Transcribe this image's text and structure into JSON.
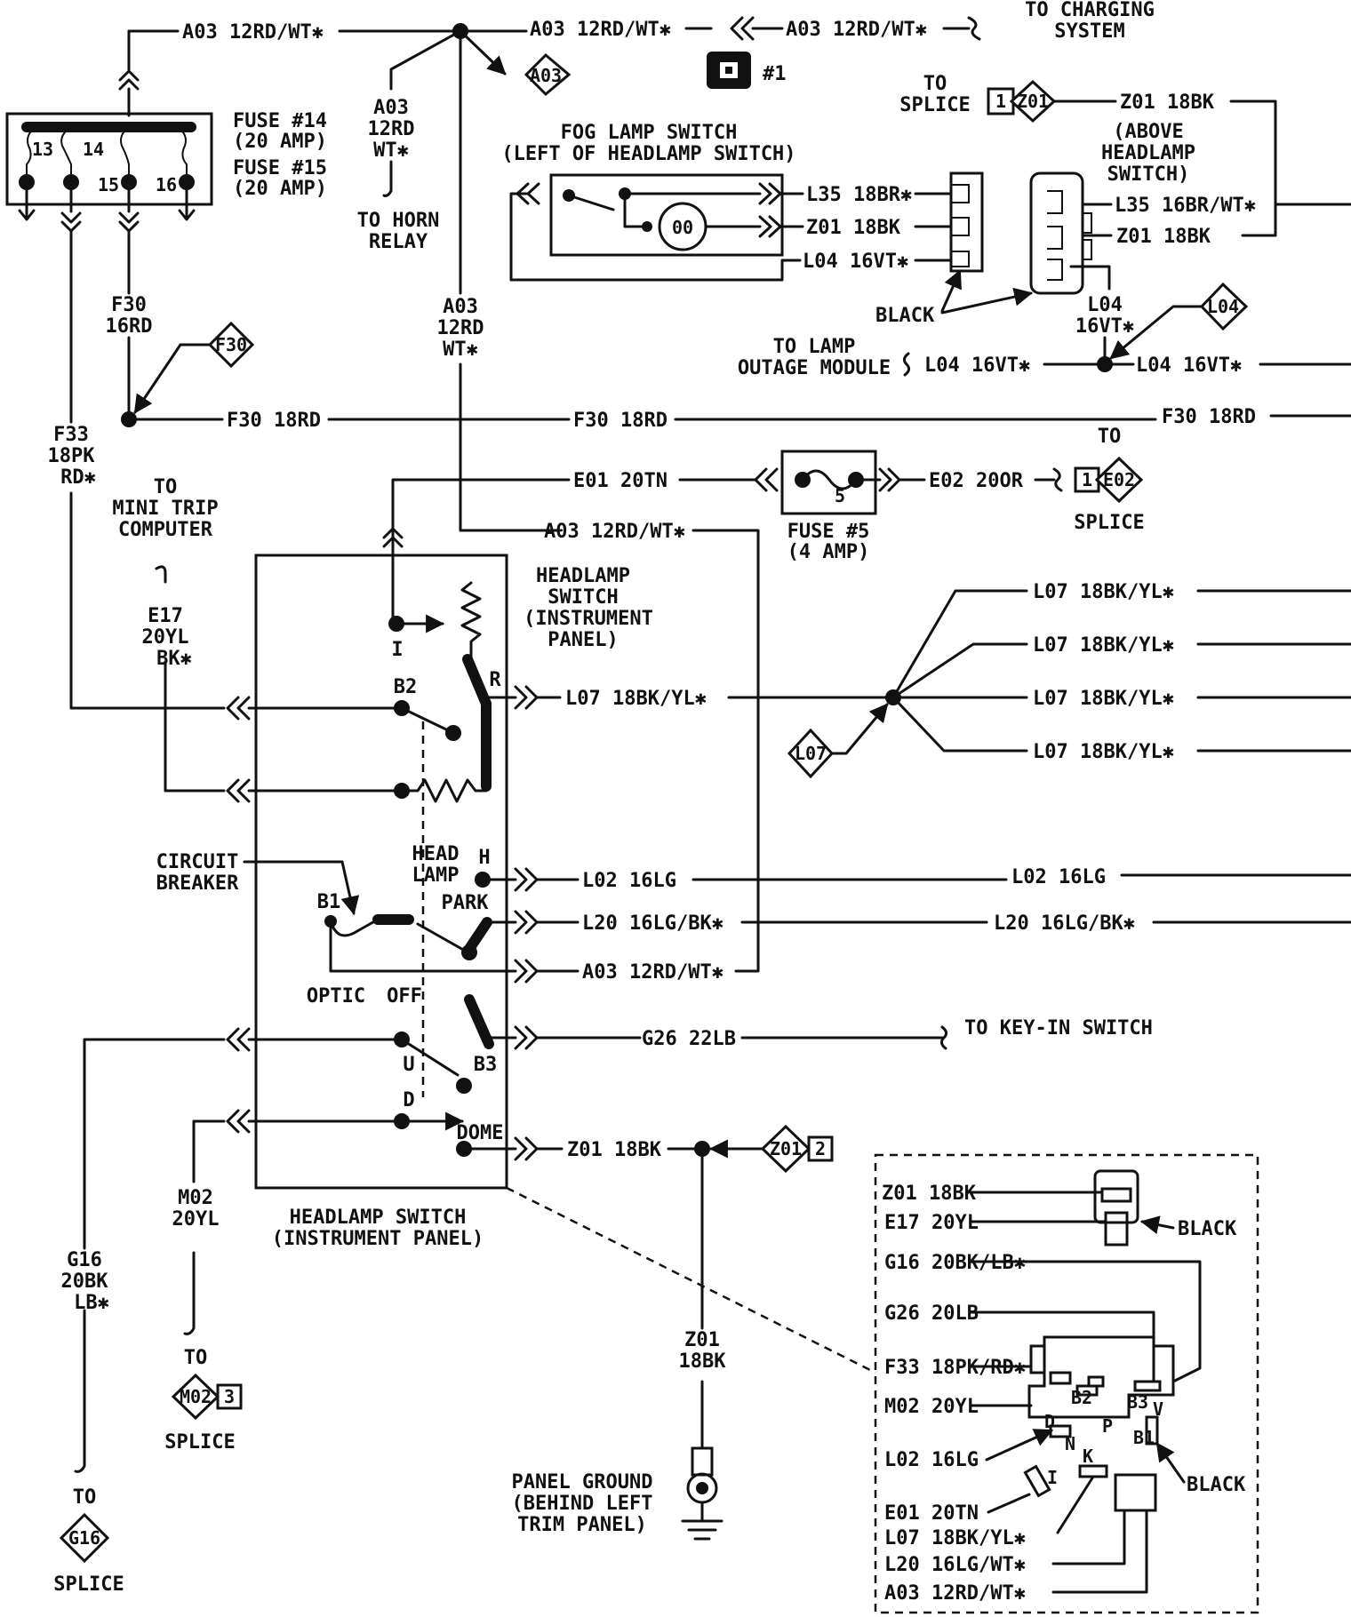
{
  "top": {
    "to_charging_line1": "TO CHARGING",
    "to_charging_line2": "SYSTEM",
    "a03_w1": "A03 12RD/WT✱",
    "a03_w2": "A03 12RD/WT✱",
    "a03_w3": "A03 12RD/WT✱",
    "a03_diamond": "A03",
    "connector_note": "#1"
  },
  "fuse_block": {
    "fuse14_line1": "FUSE #14",
    "fuse14_line2": "(20 AMP)",
    "fuse15_line1": "FUSE #15",
    "fuse15_line2": "(20 AMP)",
    "pin13": "13",
    "pin14": "14",
    "pin15": "15",
    "pin16": "16"
  },
  "horn": {
    "wire_line1": "A03",
    "wire_line2": "12RD",
    "wire_line3": "WT✱",
    "to_line1": "TO HORN",
    "to_line2": "RELAY"
  },
  "fog": {
    "title_line1": "FOG LAMP SWITCH",
    "title_line2": "(LEFT OF HEADLAMP SWITCH)",
    "l35_18br": "L35 18BR✱",
    "z01_18bk": "Z01 18BK",
    "l04_16vt": "L04 16VT✱"
  },
  "upper_right": {
    "to_splice_line1": "TO",
    "to_splice_line2": "SPLICE",
    "z01_diamond": "Z01",
    "z01_pin": "1",
    "z01_wire": "Z01 18BK",
    "above_line1": "(ABOVE",
    "above_line2": "HEADLAMP",
    "above_line3": "SWITCH)",
    "l35_16br": "L35 16BR/WT✱",
    "z01_18bk_right": "Z01 18BK",
    "black_label": "BLACK",
    "l04_v1": "L04",
    "l04_v2": "16VT✱",
    "l04_diamond": "L04",
    "lamp_line1": "TO LAMP",
    "lamp_line2": "OUTAGE MODULE",
    "l04_a": "L04 16VT✱",
    "l04_b": "L04 16VT✱"
  },
  "f30": {
    "v1": "F30",
    "v2": "16RD",
    "diamond": "F30",
    "h1": "F30 18RD",
    "h2": "F30 18RD",
    "h3": "F30 18RD"
  },
  "a03_vert": {
    "line1": "A03",
    "line2": "12RD",
    "line3": "WT✱"
  },
  "left": {
    "f33_line1": "F33",
    "f33_line2": "18PK",
    "f33_line3": "RD✱",
    "mini_line1": "TO",
    "mini_line2": "MINI TRIP",
    "mini_line3": "COMPUTER",
    "e17_line1": "E17",
    "e17_line2": "20YL",
    "e17_line3": "BK✱",
    "cb_line1": "CIRCUIT",
    "cb_line2": "BREAKER",
    "g16_line1": "G16",
    "g16_line2": "20BK",
    "g16_line3": "LB✱",
    "g16_to": "TO",
    "g16_diamond": "G16",
    "g16_splice": "SPLICE",
    "m02_line1": "M02",
    "m02_line2": "20YL",
    "m02_to": "TO",
    "m02_diamond": "M02",
    "m02_pin": "3",
    "m02_splice": "SPLICE"
  },
  "e01": {
    "wire": "E01 20TN",
    "fuse_letter": "5",
    "fuse_line1": "FUSE #5",
    "fuse_line2": "(4 AMP)",
    "e02_wire": "E02 20OR",
    "to": "TO",
    "e02_pin": "1",
    "e02_diamond": "E02",
    "splice": "SPLICE",
    "a03_wire": "A03 12RD/WT✱"
  },
  "hs": {
    "title_line1": "HEADLAMP",
    "title_line2": "SWITCH",
    "title_line3": "(INSTRUMENT",
    "title_line4": "PANEL)",
    "i": "I",
    "r": "R",
    "b2": "B2",
    "head1": "HEAD",
    "head2": "LAMP",
    "h": "H",
    "park": "PARK",
    "b1": "B1",
    "optic": "OPTIC",
    "off": "OFF",
    "u": "U",
    "b3": "B3",
    "d": "D",
    "dome": "DOME",
    "bottom_line1": "HEADLAMP SWITCH",
    "bottom_line2": "(INSTRUMENT PANEL)"
  },
  "l07": {
    "main": "L07 18BK/YL✱",
    "b1": "L07 18BK/YL✱",
    "b2": "L07 18BK/YL✱",
    "b3": "L07 18BK/YL✱",
    "b4": "L07 18BK/YL✱",
    "diamond": "L07"
  },
  "outputs": {
    "l02_a": "L02 16LG",
    "l02_b": "L02 16LG",
    "l20_a": "L20 16LG/BK✱",
    "l20_b": "L20 16LG/BK✱",
    "a03": "A03 12RD/WT✱",
    "g26": "G26 22LB",
    "keyin": "TO KEY-IN SWITCH",
    "z01": "Z01 18BK",
    "z01_diamond": "Z01",
    "z01_pin": "2",
    "z01_v1": "Z01",
    "z01_v2": "18BK",
    "ground_line1": "PANEL GROUND",
    "ground_line2": "(BEHIND LEFT",
    "ground_line3": "TRIM PANEL)"
  },
  "inset": {
    "z01": "Z01 18BK",
    "e17": "E17 20YL",
    "black1": "BLACK",
    "g16": "G16 20BK/LB✱",
    "g26": "G26 20LB",
    "f33": "F33 18PK/RD✱",
    "m02": "M02 20YL",
    "l02": "L02 16LG",
    "e01": "E01 20TN",
    "l07": "L07 18BK/YL✱",
    "l20": "L20 16LG/WT✱",
    "a03": "A03 12RD/WT✱",
    "black2": "BLACK",
    "pin_b2": "B2",
    "pin_b3": "B3",
    "pin_v": "V",
    "pin_d": "D",
    "pin_p": "P",
    "pin_b1": "B1",
    "pin_n": "N",
    "pin_i": "I",
    "pin_k": "K"
  }
}
